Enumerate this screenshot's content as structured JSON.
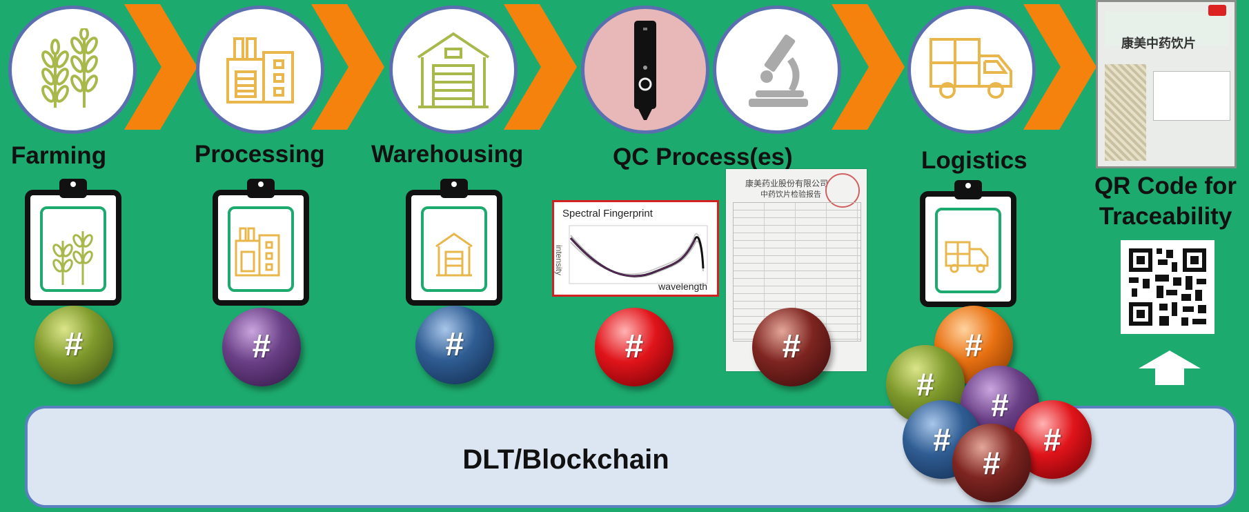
{
  "stages": [
    {
      "label": "Farming",
      "icon": "wheat-icon"
    },
    {
      "label": "Processing",
      "icon": "factory-icon"
    },
    {
      "label": "Warehousing",
      "icon": "warehouse-icon"
    },
    {
      "label": "QC Process(es)",
      "icon": "spectrometer-microscope-icon"
    },
    {
      "label": "Logistics",
      "icon": "truck-icon"
    }
  ],
  "qr": {
    "line1": "QR Code for",
    "line2": "Traceability"
  },
  "spectral": {
    "title": "Spectral Fingerprint",
    "xlabel": "wavelength",
    "ylabel": "intensity"
  },
  "report": {
    "title": "康美药业股份有限公司",
    "subtitle": "中药饮片检验报告"
  },
  "package": {
    "brand": "康美中药饮片"
  },
  "hash_symbol": "#",
  "blockchain": {
    "label": "DLT/Blockchain"
  },
  "colors": {
    "background": "#1daa6e",
    "chevron": "#f5820d",
    "icon_gold": "#e8b64a",
    "icon_green": "#a8b84a",
    "circle_border": "#5b6fb0",
    "chain_fill": "#dce6f2",
    "chain_border": "#5b80c0",
    "ball_green": "#7f9a2c",
    "ball_purple": "#6a3f86",
    "ball_blue": "#2f5d93",
    "ball_red": "#e0141a",
    "ball_maroon": "#7e2520",
    "ball_orange": "#e87112"
  }
}
